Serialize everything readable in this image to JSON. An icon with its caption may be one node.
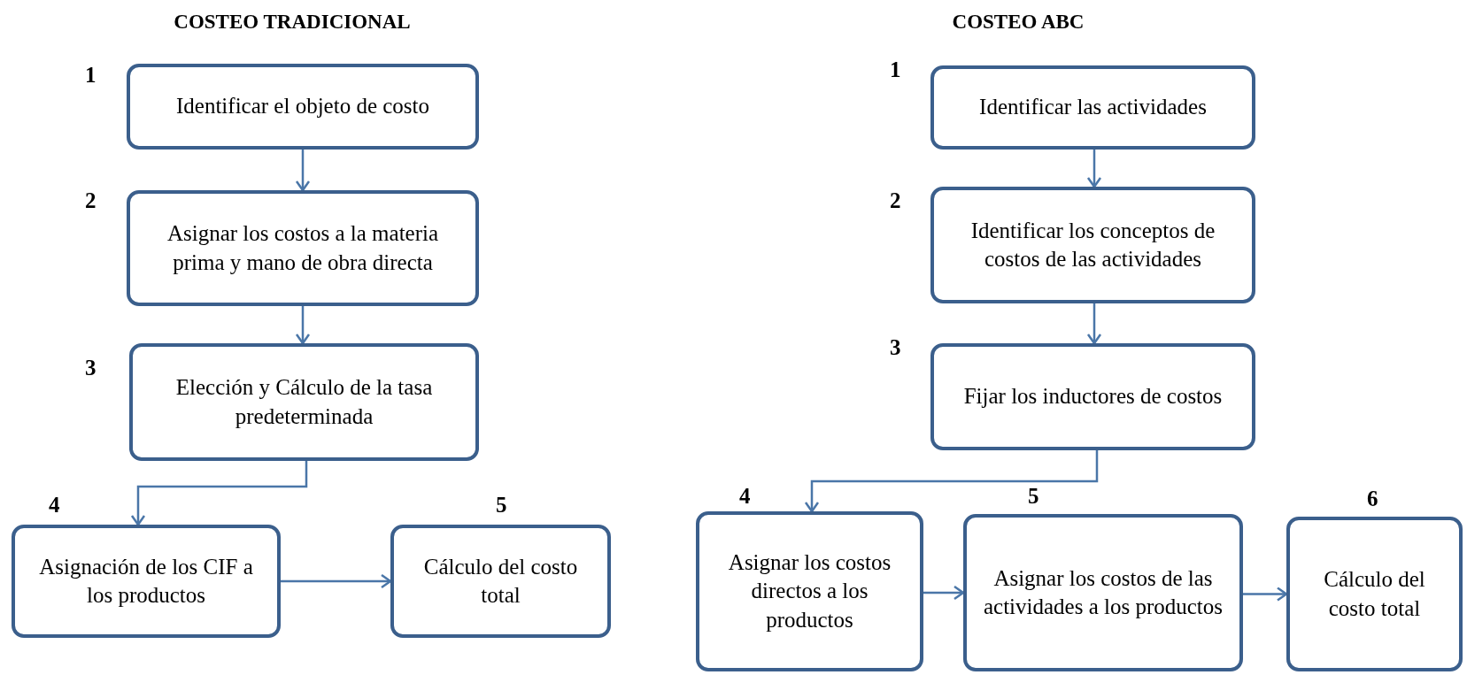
{
  "diagram": {
    "nodes": [
      {
        "text": [
          "Identificar el objeto de costo"
        ],
        "beside": [
          "1"
        ]
      },
      {
        "text": [
          "Asignar los costos a la materia prima y mano de obra directa"
        ],
        "beside": [
          "2"
        ]
      },
      {
        "text": [
          "Elección y Cálculo de la tasa predeterminada"
        ],
        "beside": [
          "3"
        ]
      },
      {
        "text": [
          "Asignación de los CIF a los productos"
        ],
        "beside": [
          "4"
        ]
      },
      {
        "text": [
          "Cálculo del costo total"
        ],
        "beside": [
          "5"
        ]
      },
      {
        "text": [
          "Identificar las actividades"
        ],
        "beside": [
          "1"
        ]
      },
      {
        "text": [
          "Identificar los conceptos de costos de las actividades"
        ],
        "beside": [
          "2"
        ]
      },
      {
        "text": [
          "Fijar los inductores de costos"
        ],
        "beside": [
          "3"
        ]
      },
      {
        "text": [
          "Asignar los costos directos a los productos"
        ],
        "beside": [
          "4"
        ]
      },
      {
        "text": [
          "Asignar los costos de las actividades a los productos"
        ],
        "beside": [
          "5"
        ]
      },
      {
        "text": [
          "Cálculo del costo total"
        ],
        "beside": [
          "6"
        ]
      }
    ],
    "edges": [
      {
        "from": 0,
        "to": 1,
        "arrow": "to"
      },
      {
        "from": 1,
        "to": 2,
        "arrow": "to"
      },
      {
        "from": 2,
        "to": 3,
        "arrow": "to"
      },
      {
        "from": 3,
        "to": 4,
        "arrow": "to"
      },
      {
        "from": 5,
        "to": 6,
        "arrow": "to"
      },
      {
        "from": 6,
        "to": 7,
        "arrow": "to"
      },
      {
        "from": 7,
        "to": 8,
        "arrow": "to"
      },
      {
        "from": 8,
        "to": 9,
        "arrow": "to"
      },
      {
        "from": 9,
        "to": 10,
        "arrow": "to"
      }
    ],
    "labels": [
      "COSTEO TRADICIONAL",
      "COSTEO ABC"
    ]
  }
}
